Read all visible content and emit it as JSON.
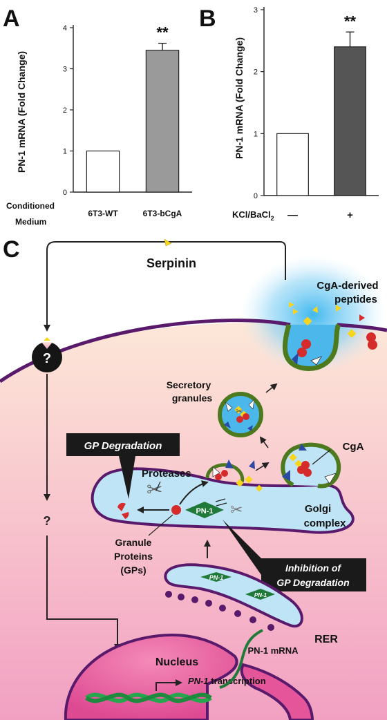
{
  "panel_a": {
    "letter": "A",
    "ylabel": "PN-1 mRNA (Fold Change)",
    "yticks": [
      "0",
      "1",
      "2",
      "3",
      "4"
    ],
    "xgroup_label": [
      "Conditioned",
      "Medium"
    ],
    "significance": "**",
    "colors": {
      "bar_white": "#ffffff",
      "bar_gray": "#9a9a9a"
    }
  },
  "panel_b": {
    "letter": "B",
    "ylabel": "PN-1 mRNA (Fold Change)",
    "yticks": [
      "0",
      "1",
      "2",
      "3"
    ],
    "xgroup_label": "KCl/BaCl",
    "xgroup_sub": "2",
    "significance": "**",
    "colors": {
      "bar_white": "#ffffff",
      "bar_dark": "#555555"
    }
  },
  "chart_data": [
    {
      "type": "bar",
      "categories": [
        "6T3-WT",
        "6T3-bCgA"
      ],
      "values": [
        1.0,
        3.45
      ],
      "errors": [
        0,
        0.17
      ],
      "title": "",
      "xlabel": "Conditioned Medium",
      "ylabel": "PN-1 mRNA (Fold Change)",
      "ylim": [
        0,
        4
      ]
    },
    {
      "type": "bar",
      "categories": [
        "—",
        "+"
      ],
      "values": [
        1.0,
        2.4
      ],
      "errors": [
        0,
        0.24
      ],
      "title": "",
      "xlabel": "KCl/BaCl2",
      "ylabel": "PN-1 mRNA (Fold Change)",
      "ylim": [
        0,
        3
      ]
    }
  ],
  "panel_c": {
    "letter": "C",
    "serpinin": "Serpinin",
    "cga_peptides": [
      "CgA-derived",
      "peptides"
    ],
    "receptor_mark": "?",
    "pathway_mark": "?",
    "secretory_granules": [
      "Secretory",
      "granules"
    ],
    "gp_degradation": "GP Degradation",
    "proteases": "Proteases",
    "cga": "CgA",
    "golgi": [
      "Golgi",
      "complex"
    ],
    "pn1": "PN-1",
    "granule_proteins": [
      "Granule",
      "Proteins",
      "(GPs)"
    ],
    "inhibition": [
      "Inhibition of",
      "GP Degradation"
    ],
    "rer": "RER",
    "nucleus": "Nucleus",
    "transcription_gene": "PN-1",
    "transcription_word": " transcription",
    "pn1_mrna": "PN-1 mRNA",
    "colors": {
      "membrane": "#5a1a6b",
      "cytoplasm_top": "#fde2d5",
      "cytoplasm_bottom": "#f3a6c4",
      "golgi_fill": "#bfe4f6",
      "granule_rim": "#4d7a1e",
      "granule_protein": "#d52b2b",
      "cga_yellow": "#f7d51d",
      "callout": "#1a1a1a",
      "nucleus": "#e5559a",
      "dna": "#26a74e",
      "pn1_green": "#1f7a3a"
    }
  }
}
